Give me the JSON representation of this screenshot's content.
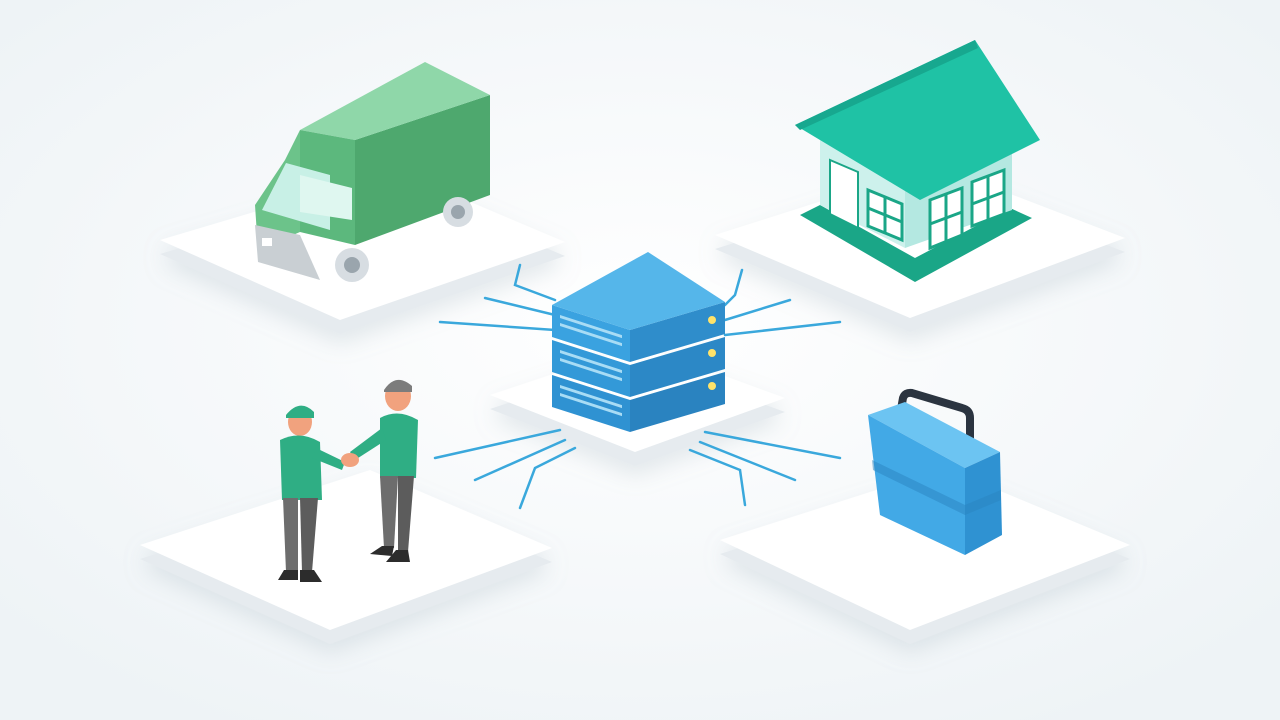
{
  "scene": {
    "nodes": [
      {
        "id": "server",
        "icon": "server-rack-icon"
      },
      {
        "id": "delivery",
        "icon": "delivery-van-icon"
      },
      {
        "id": "home",
        "icon": "house-icon"
      },
      {
        "id": "partnership",
        "icon": "handshake-people-icon"
      },
      {
        "id": "business",
        "icon": "briefcase-icon"
      }
    ],
    "connections": [
      {
        "from": "server",
        "to": "delivery"
      },
      {
        "from": "server",
        "to": "home"
      },
      {
        "from": "server",
        "to": "partnership"
      },
      {
        "from": "server",
        "to": "business"
      }
    ]
  },
  "colors": {
    "background": "#f5f8fa",
    "platform_top": "#ffffff",
    "platform_side": "#e6ebef",
    "line": "#3aa8dc",
    "server_top": "#55b6ea",
    "server_front": "#2f92d2",
    "van_green": "#5cb87d",
    "house_roof": "#1fc2a5",
    "house_wall": "#bfece6",
    "briefcase": "#42a9e6",
    "person_shirt": "#2fae84",
    "person_pants": "#6d6d6d"
  }
}
